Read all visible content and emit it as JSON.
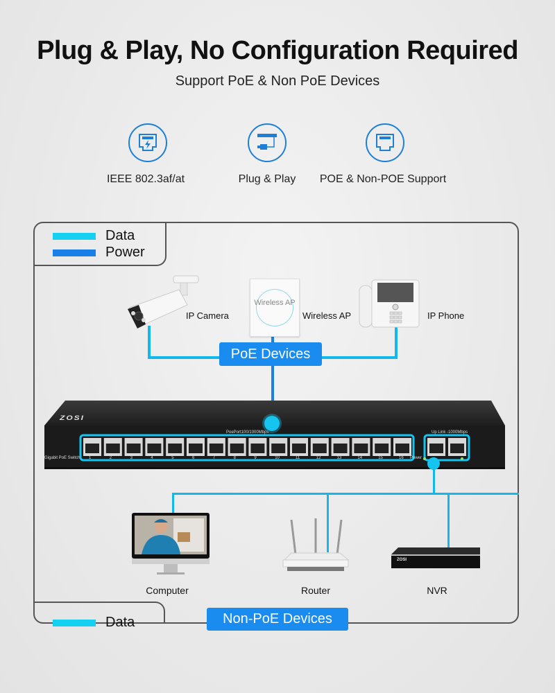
{
  "header": {
    "title": "Plug & Play, No Configuration Required",
    "subtitle": "Support PoE & Non PoE Devices"
  },
  "features": [
    {
      "icon": "ethernet-port-lightning-icon",
      "label": "IEEE 802.3af/at"
    },
    {
      "icon": "plug-cable-icon",
      "label": "Plug & Play"
    },
    {
      "icon": "ethernet-port-icon",
      "label": "POE & Non-POE Support"
    }
  ],
  "legend_top": {
    "items": [
      {
        "label": "Data",
        "color": "#16d0f2"
      },
      {
        "label": "Power",
        "color": "#1a7fe6"
      }
    ]
  },
  "legend_bottom": {
    "items": [
      {
        "label": "Data",
        "color": "#16d0f2"
      }
    ]
  },
  "poe_devices": {
    "badge": "PoE Devices",
    "items": [
      {
        "icon": "ip-camera-icon",
        "label": "IP Camera"
      },
      {
        "icon": "wireless-ap-icon",
        "label": "Wireless AP",
        "device_text": "Wireless AP"
      },
      {
        "icon": "ip-phone-icon",
        "label": "IP Phone"
      }
    ]
  },
  "switch": {
    "brand": "ZOSI",
    "model_label": "Gigabit PoE Switch",
    "poe_ports_label": "PoePort100/1000Mbps",
    "uplink_label": "Up Link -1000Mbps",
    "power_label": "Power",
    "port_numbers": [
      "1",
      "2",
      "3",
      "4",
      "5",
      "6",
      "7",
      "8",
      "9",
      "10",
      "11",
      "12",
      "13",
      "14",
      "15",
      "16"
    ],
    "uplink_port_count": 2
  },
  "non_poe_devices": {
    "badge": "Non-PoE Devices",
    "items": [
      {
        "icon": "computer-icon",
        "label": "Computer"
      },
      {
        "icon": "router-icon",
        "label": "Router"
      },
      {
        "icon": "nvr-icon",
        "label": "NVR",
        "device_text": "ZOSI"
      }
    ]
  },
  "colors": {
    "data_line": "#13b8ea",
    "power_line": "#1a7fe6",
    "badge_bg": "#1a8cf0",
    "icon_stroke": "#1e7fd8"
  }
}
